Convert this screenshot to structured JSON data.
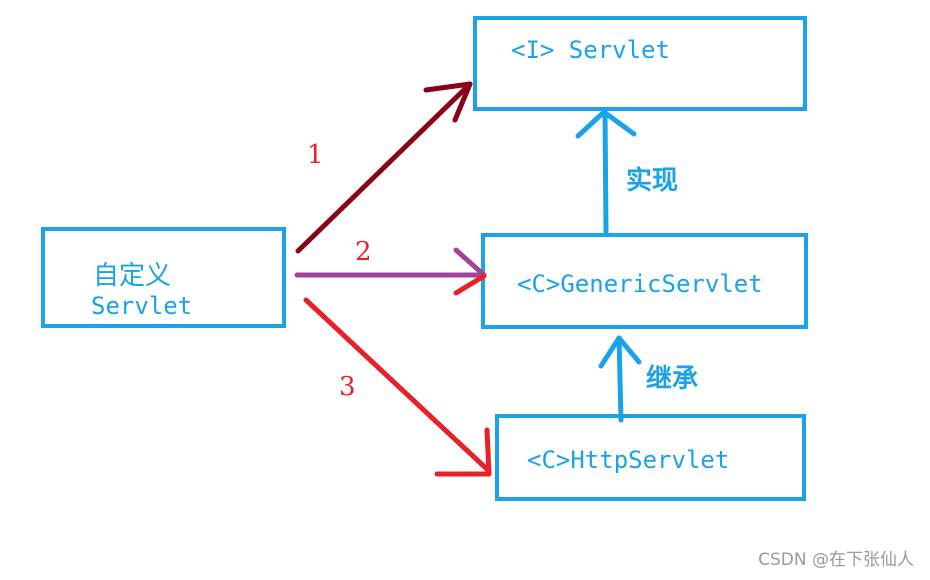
{
  "boxes": {
    "servlet_interface": "<I> Servlet",
    "generic_servlet": "<C>GenericServlet",
    "http_servlet": "<C>HttpServlet",
    "custom_servlet_line1": "自定义",
    "custom_servlet_line2": "Servlet"
  },
  "relations": {
    "implements": "实现",
    "inherits": "继承"
  },
  "paths": [
    "1",
    "2",
    "3"
  ],
  "colors": {
    "box_border": "#1aa3e8",
    "arrow_inherit": "#1aa3e8",
    "path1": "#8b0016",
    "path2": "#a0449a",
    "path3": "#e8202a",
    "number_text": "#e8202a"
  },
  "watermark": "CSDN @在下张仙人"
}
